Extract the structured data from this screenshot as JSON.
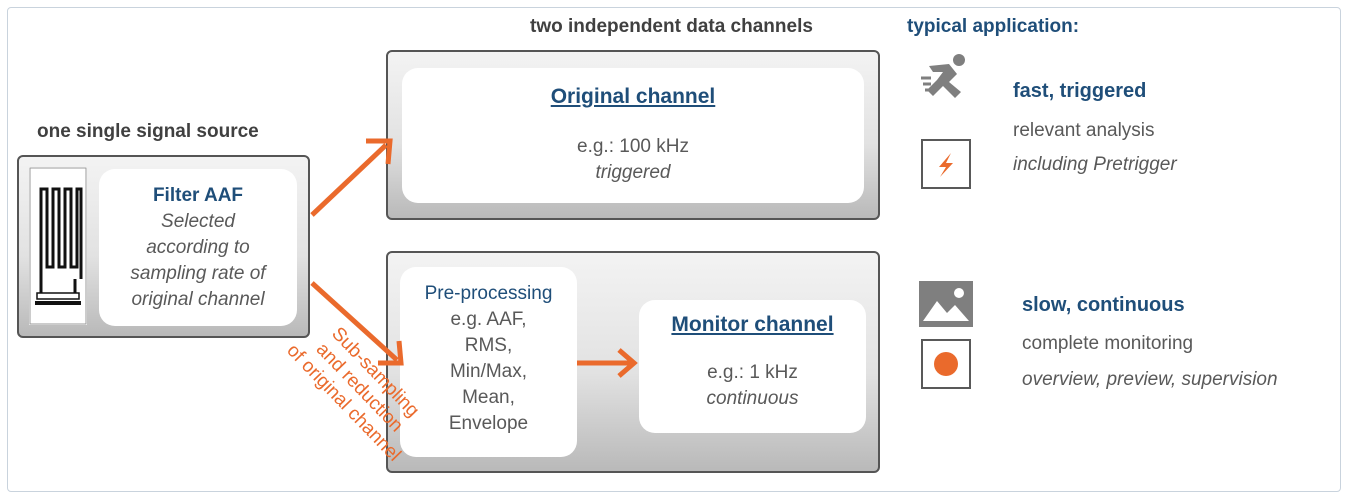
{
  "headings": {
    "source": "one single signal source",
    "channels": "two independent data channels",
    "application": "typical application:"
  },
  "filter": {
    "title": "Filter AAF",
    "line1": "Selected",
    "line2": "according to",
    "line3": "sampling rate of",
    "line4": "original channel"
  },
  "original": {
    "title": "Original channel",
    "rate": "e.g.: 100 kHz",
    "mode": "triggered"
  },
  "preprocessing": {
    "title": "Pre-processing",
    "items": [
      "e.g. AAF,",
      "RMS,",
      "Min/Max,",
      "Mean,",
      "Envelope"
    ]
  },
  "monitor": {
    "title": "Monitor channel",
    "rate": "e.g.: 1 kHz",
    "mode": "continuous"
  },
  "arrow_label": {
    "line1": "Sub-sampling",
    "line2": "and reduction",
    "line3": "of original channel"
  },
  "applications": {
    "fast": {
      "title": "fast, triggered",
      "line1": "relevant analysis",
      "line2": "including Pretrigger"
    },
    "slow": {
      "title": "slow, continuous",
      "line1": "complete monitoring",
      "line2": "overview, preview, supervision"
    }
  },
  "icons": [
    "runner-icon",
    "trigger-flash-icon",
    "image-icon",
    "record-dot-icon",
    "strain-gauge-icon"
  ],
  "colors": {
    "accent": "#ea6a2c",
    "title_blue": "#1f4e79",
    "text_gray": "#595959"
  }
}
